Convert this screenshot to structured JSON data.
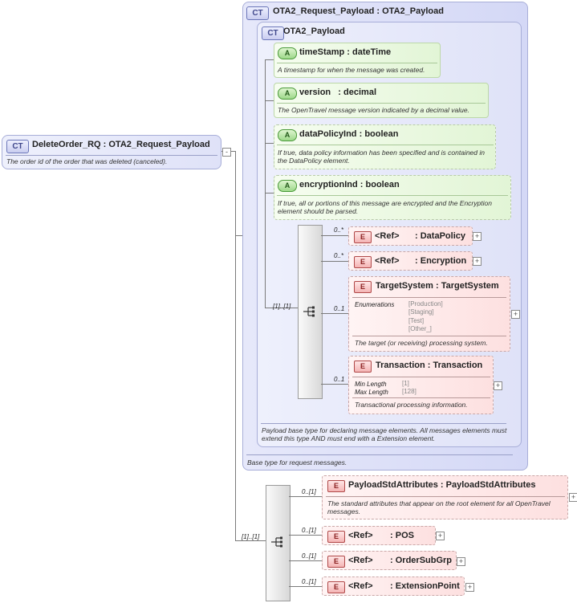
{
  "root": {
    "tag": "CT",
    "name": "DeleteOrder_RQ",
    "type": "OTA2_Request_Payload",
    "description": "The order id of the order that was deleted (canceled)."
  },
  "request_payload": {
    "tag": "CT",
    "name": "OTA2_Request_Payload",
    "type": "OTA2_Payload",
    "description": "Base type for request messages."
  },
  "payload": {
    "tag": "CT",
    "name": "OTA2_Payload",
    "description": "Payload base type for declaring message elements. All messages elements must extend this type AND must end with a Extension element.",
    "attributes": [
      {
        "tag": "A",
        "name": "timeStamp",
        "type": "dateTime",
        "description": "A timestamp for when the message was created."
      },
      {
        "tag": "A",
        "name": "version",
        "type": "decimal",
        "description": "The OpenTravel message version indicated by a decimal value."
      },
      {
        "tag": "A",
        "name": "dataPolicyInd",
        "type": "boolean",
        "description": "If true, data policy information has been specified and is contained in the DataPolicy element."
      },
      {
        "tag": "A",
        "name": "encryptionInd",
        "type": "boolean",
        "description": "If true, all or portions of this message are encrypted and the Encryption element should be parsed."
      }
    ],
    "sequence_cardinality": "[1]..[1]",
    "elements": [
      {
        "tag": "E",
        "ref": "<Ref>",
        "name": "DataPolicy",
        "cardinality": "0..*"
      },
      {
        "tag": "E",
        "ref": "<Ref>",
        "name": "Encryption",
        "cardinality": "0..*"
      },
      {
        "tag": "E",
        "name": "TargetSystem",
        "type": "TargetSystem",
        "cardinality": "0..1",
        "facet_label": "Enumerations",
        "facets": [
          "[Production]",
          "[Staging]",
          "[Test]",
          "[Other_]"
        ],
        "description": "The target (or receiving) processing system."
      },
      {
        "tag": "E",
        "name": "Transaction",
        "type": "Transaction",
        "cardinality": "0..1",
        "facets_kv": [
          {
            "k": "Min Length",
            "v": "[1]"
          },
          {
            "k": "Max Length",
            "v": "[128]"
          }
        ],
        "description": "Transactional processing information."
      }
    ]
  },
  "outer_sequence": {
    "cardinality": "[1]..[1]",
    "elements": [
      {
        "tag": "E",
        "name": "PayloadStdAttributes",
        "type": "PayloadStdAttributes",
        "cardinality": "0..[1]",
        "description": "The standard attributes that appear on the root element for all OpenTravel messages."
      },
      {
        "tag": "E",
        "ref": "<Ref>",
        "name": "POS",
        "cardinality": "0..[1]"
      },
      {
        "tag": "E",
        "ref": "<Ref>",
        "name": "OrderSubGrp",
        "cardinality": "0..[1]"
      },
      {
        "tag": "E",
        "ref": "<Ref>",
        "name": "ExtensionPoint",
        "cardinality": "0..[1]"
      }
    ]
  },
  "colors": {
    "complex_type": "#dfe2f8",
    "attribute": "#e2f5d6",
    "element": "#fde0e0"
  },
  "icons": {
    "expand": "plus-icon",
    "sequence": "sequence-icon"
  }
}
